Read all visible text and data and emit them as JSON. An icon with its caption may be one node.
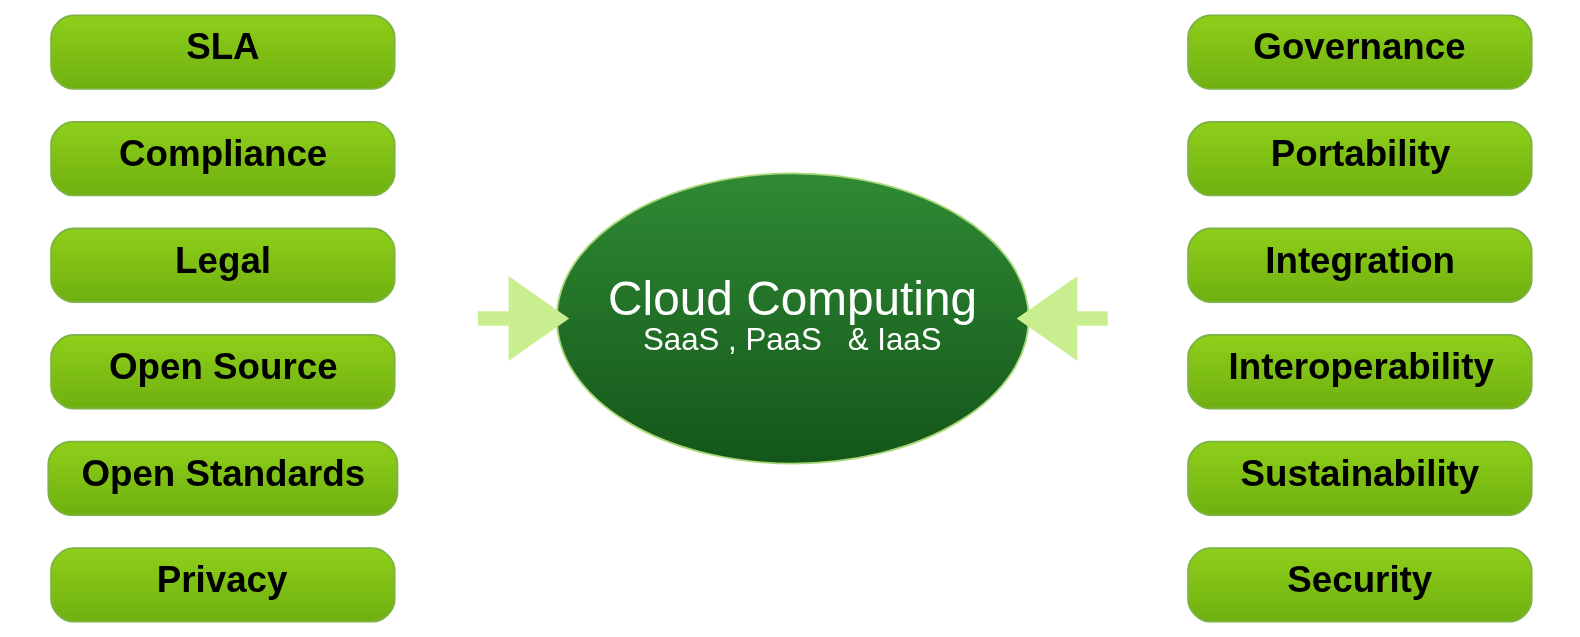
{
  "diagram": {
    "nodes": [
      {
        "text": [
          "SLA"
        ]
      },
      {
        "text": [
          "Compliance"
        ]
      },
      {
        "text": [
          "Legal"
        ]
      },
      {
        "text": [
          "Open Source"
        ]
      },
      {
        "text": [
          "Open Standards"
        ]
      },
      {
        "text": [
          "Privacy"
        ]
      },
      {
        "text": [
          "Cloud Computing",
          "SaaS , PaaS   & IaaS"
        ]
      },
      {
        "text": [
          "Governance"
        ]
      },
      {
        "text": [
          "Portability"
        ]
      },
      {
        "text": [
          "Integration"
        ]
      },
      {
        "text": [
          "Interoperability"
        ]
      },
      {
        "text": [
          "Sustainability"
        ]
      },
      {
        "text": [
          "Security"
        ]
      }
    ],
    "edges": [
      {
        "from": null,
        "to": 6,
        "arrow": "to"
      },
      {
        "from": null,
        "to": 6,
        "arrow": "to"
      }
    ]
  }
}
